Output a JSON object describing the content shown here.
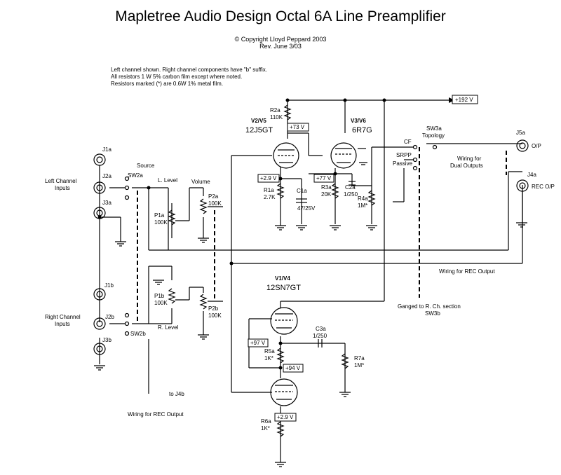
{
  "title": "Mapletree Audio Design Octal 6A Line Preamplifier",
  "copyright": "© Copyright Lloyd Peppard 2003",
  "revision": "Rev. June 3/03",
  "notes": [
    "Left channel shown. Right channel components have \"b\" suffix.",
    "All resistors 1 W 5% carbon film except where noted.",
    "Resistors marked (*) are 0.6W 1% metal film."
  ],
  "tubes": {
    "v2": {
      "ref": "V2/V5",
      "type": "12J5GT"
    },
    "v3": {
      "ref": "V3/V6",
      "type": "6R7G"
    },
    "v1": {
      "ref": "V1/V4",
      "type": "12SN7GT"
    }
  },
  "voltages": {
    "supply": "+192 V",
    "v2_plate": "+73 V",
    "v2_cathode": "+2.9 V",
    "v3_cathode": "+77 V",
    "v1_plate": "+97 V",
    "v1_mid": "+94 V",
    "v1_cathode": "+2.9 V"
  },
  "components": {
    "r2a": {
      "ref": "R2a",
      "value": "110K"
    },
    "r1a": {
      "ref": "R1a",
      "value": "2.7K"
    },
    "c1a": {
      "ref": "C1a",
      "value": "47/25V"
    },
    "r3a": {
      "ref": "R3a",
      "value": "20K"
    },
    "c2a": {
      "ref": "C2a",
      "value": "1/250"
    },
    "r4a": {
      "ref": "R4a",
      "value": "1M*"
    },
    "p1a": {
      "ref": "P1a",
      "value": "100K"
    },
    "p2a": {
      "ref": "P2a",
      "value": "100K"
    },
    "p1b": {
      "ref": "P1b",
      "value": "100K"
    },
    "p2b": {
      "ref": "P2b",
      "value": "100K"
    },
    "c3a": {
      "ref": "C3a",
      "value": "1/250"
    },
    "r5a": {
      "ref": "R5a",
      "value": "1K*"
    },
    "r7a": {
      "ref": "R7a",
      "value": "1M*"
    },
    "r6a": {
      "ref": "R6a",
      "value": "1K*"
    }
  },
  "labels": {
    "source": "Source",
    "sw2a": "SW2a",
    "sw2b": "SW2b",
    "left_inputs_1": "Left Channel",
    "left_inputs_2": "Inputs",
    "right_inputs_1": "Right Channel",
    "right_inputs_2": "Inputs",
    "l_level": "L. Level",
    "r_level": "R. Level",
    "volume": "Volume",
    "cf": "CF",
    "srpp": "SRPP",
    "passive": "Passive",
    "sw3a": "SW3a",
    "topology": "Topology",
    "j5a": "J5a",
    "op": "O/P",
    "j4a": "J4a",
    "rec_op": "REC O/P",
    "dual_1": "Wiring for",
    "dual_2": "Dual Outputs",
    "rec_wiring": "Wiring for REC Output",
    "ganged_1": "Ganged to R. Ch. section",
    "ganged_2": "SW3b",
    "to_j4b": "to J4b",
    "rec_wiring_b": "Wiring for REC Output",
    "j1a": "J1a",
    "j2a": "J2a",
    "j3a": "J3a",
    "j1b": "J1b",
    "j2b": "J2b",
    "j3b": "J3b"
  }
}
